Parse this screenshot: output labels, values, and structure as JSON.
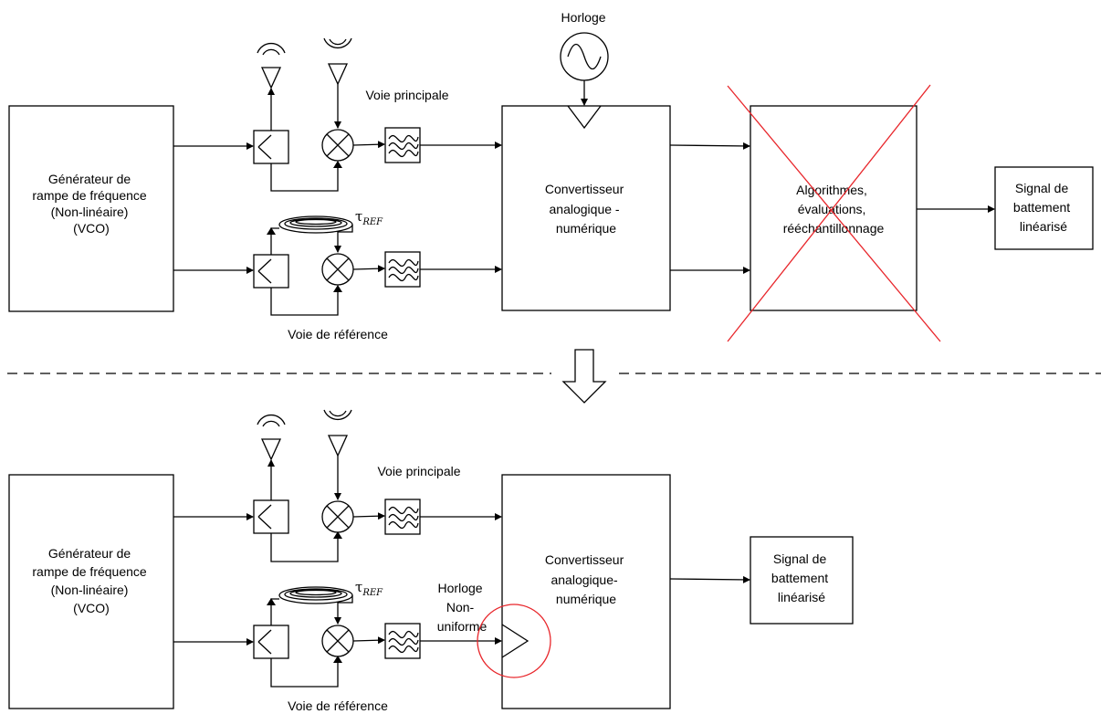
{
  "top": {
    "generator": [
      "Générateur de",
      "rampe de fréquence",
      "(Non-linéaire)",
      "(VCO)"
    ],
    "main_path": "Voie principale",
    "ref_path": "Voie de  référence",
    "tau": "τ",
    "tau_sub": "REF",
    "clock": "Horloge",
    "adc": [
      "Convertisseur",
      "analogique -",
      "numérique"
    ],
    "algo": [
      "Algorithmes,",
      "évaluations,",
      "rééchantillonnage"
    ],
    "output": [
      "Signal de",
      "battement",
      "linéarisé"
    ]
  },
  "bottom": {
    "generator": [
      "Générateur de",
      "rampe de fréquence",
      "(Non-linéaire)",
      "(VCO)"
    ],
    "main_path": "Voie principale",
    "ref_path": "Voie de  référence",
    "tau": "τ",
    "tau_sub": "REF",
    "clock": [
      "Horloge",
      "Non-",
      "uniforme"
    ],
    "adc": [
      "Convertisseur",
      "analogique-",
      "numérique"
    ],
    "output": [
      "Signal de",
      "battement",
      "linéarisé"
    ]
  },
  "colors": {
    "cross": "#e8262b",
    "highlight": "#e8262b",
    "line": "#000000"
  }
}
